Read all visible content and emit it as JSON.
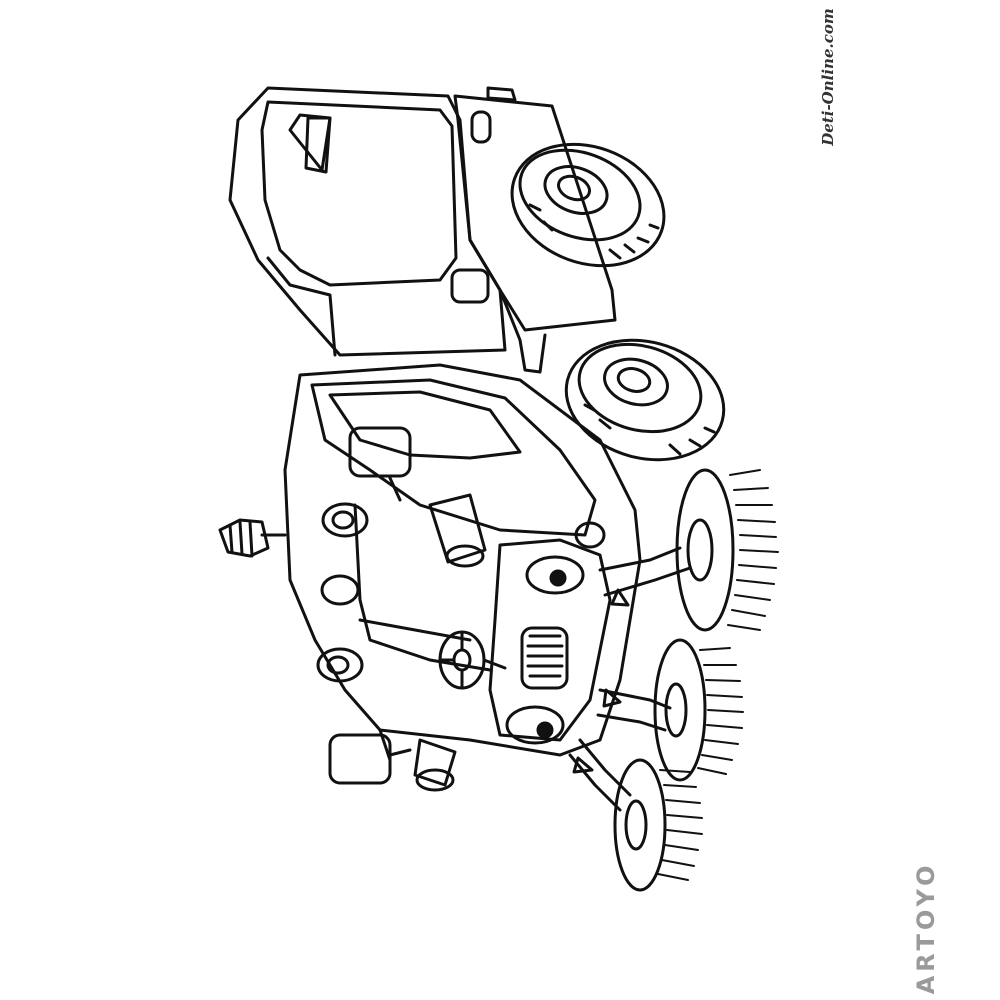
{
  "watermarks": {
    "site": "Deti-Online.com",
    "brand": "ARTOYO"
  },
  "artwork": {
    "subject": "street-sweeper-coloring-page",
    "style": "black line art",
    "colors": {
      "line": "#111111",
      "background": "#ffffff",
      "brand_watermark": "#9a9a9a"
    }
  }
}
